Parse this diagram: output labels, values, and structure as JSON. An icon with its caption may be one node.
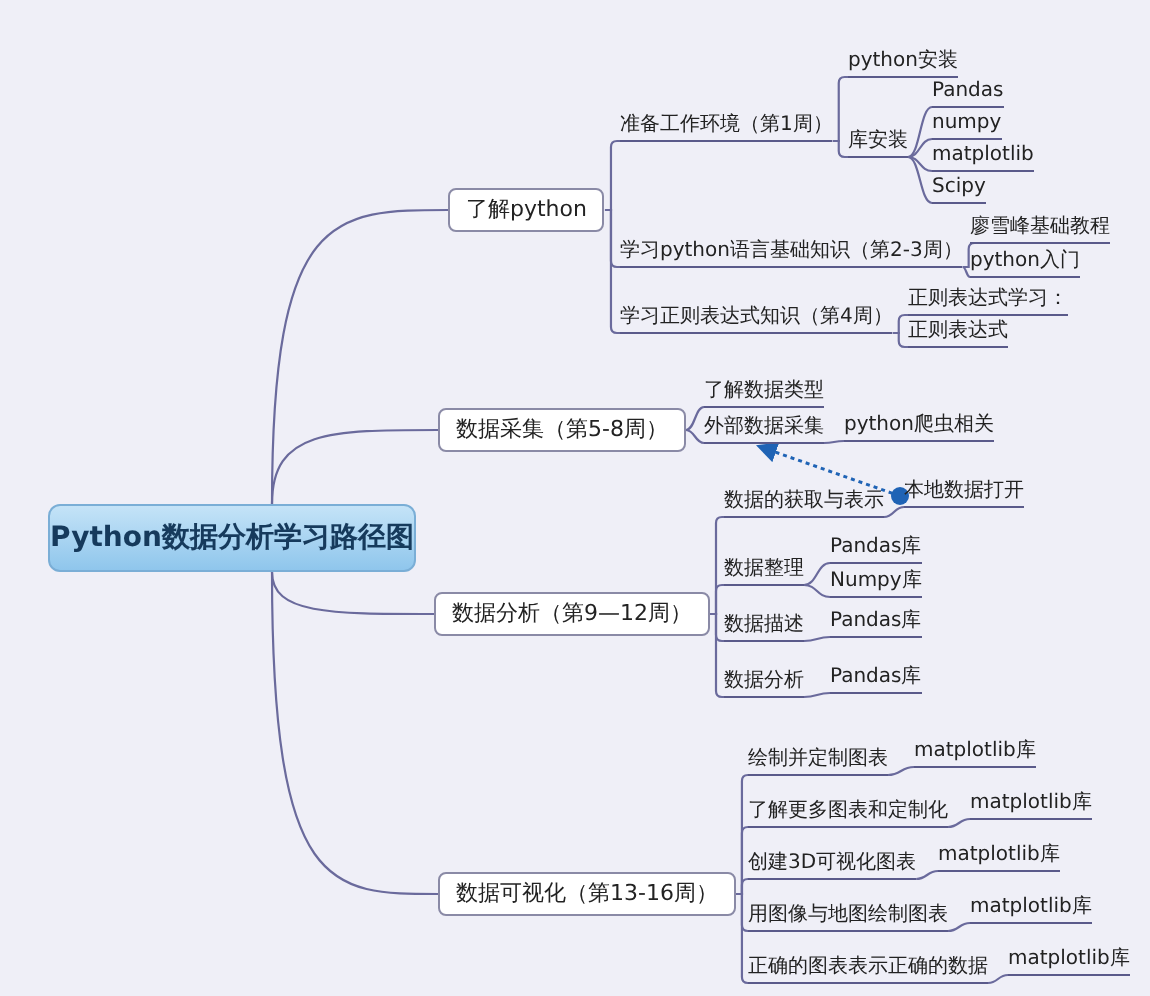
{
  "diagram": {
    "nodes": [
      {
        "text": [
          "Python数据分析学习路径图"
        ]
      },
      {
        "text": [
          "了解python"
        ]
      },
      {
        "text": [
          "准备工作环境（第1周）"
        ]
      },
      {
        "text": [
          "python安装"
        ]
      },
      {
        "text": [
          "库安装"
        ]
      },
      {
        "text": [
          "Pandas"
        ]
      },
      {
        "text": [
          "numpy"
        ]
      },
      {
        "text": [
          "matplotlib"
        ]
      },
      {
        "text": [
          "Scipy"
        ]
      },
      {
        "text": [
          "学习python语言基础知识（第2-3周）"
        ]
      },
      {
        "text": [
          "廖雪峰基础教程"
        ]
      },
      {
        "text": [
          "python入门"
        ]
      },
      {
        "text": [
          "学习正则表达式知识（第4周）"
        ]
      },
      {
        "text": [
          "正则表达式学习："
        ]
      },
      {
        "text": [
          "正则表达式"
        ]
      },
      {
        "text": [
          "数据采集（第5-8周）"
        ]
      },
      {
        "text": [
          "了解数据类型"
        ]
      },
      {
        "text": [
          "外部数据采集"
        ]
      },
      {
        "text": [
          "python爬虫相关"
        ]
      },
      {
        "text": [
          "数据分析（第9—12周）"
        ]
      },
      {
        "text": [
          "数据的获取与表示"
        ]
      },
      {
        "text": [
          "本地数据打开"
        ]
      },
      {
        "text": [
          "数据整理"
        ]
      },
      {
        "text": [
          "Pandas库"
        ]
      },
      {
        "text": [
          "Numpy库"
        ]
      },
      {
        "text": [
          "数据描述"
        ]
      },
      {
        "text": [
          "Pandas库"
        ]
      },
      {
        "text": [
          "数据分析"
        ]
      },
      {
        "text": [
          "Pandas库"
        ]
      },
      {
        "text": [
          "数据可视化（第13-16周）"
        ]
      },
      {
        "text": [
          "绘制并定制图表"
        ]
      },
      {
        "text": [
          "matplotlib库"
        ]
      },
      {
        "text": [
          "了解更多图表和定制化"
        ]
      },
      {
        "text": [
          "matplotlib库"
        ]
      },
      {
        "text": [
          "创建3D可视化图表"
        ]
      },
      {
        "text": [
          "matplotlib库"
        ]
      },
      {
        "text": [
          "用图像与地图绘制图表"
        ]
      },
      {
        "text": [
          "matplotlib库"
        ]
      },
      {
        "text": [
          "正确的图表表示正确的数据"
        ]
      },
      {
        "text": [
          "matplotlib库"
        ]
      }
    ],
    "edges": [
      {
        "from": 0,
        "to": 1,
        "arrow": "none"
      },
      {
        "from": 0,
        "to": 15,
        "arrow": "none"
      },
      {
        "from": 0,
        "to": 19,
        "arrow": "none"
      },
      {
        "from": 0,
        "to": 29,
        "arrow": "none"
      },
      {
        "from": 1,
        "to": 2,
        "arrow": "none"
      },
      {
        "from": 1,
        "to": 9,
        "arrow": "none"
      },
      {
        "from": 1,
        "to": 12,
        "arrow": "none"
      },
      {
        "from": 2,
        "to": 3,
        "arrow": "none"
      },
      {
        "from": 2,
        "to": 4,
        "arrow": "none"
      },
      {
        "from": 4,
        "to": 5,
        "arrow": "none"
      },
      {
        "from": 4,
        "to": 6,
        "arrow": "none"
      },
      {
        "from": 4,
        "to": 7,
        "arrow": "none"
      },
      {
        "from": 4,
        "to": 8,
        "arrow": "none"
      },
      {
        "from": 9,
        "to": 10,
        "arrow": "none"
      },
      {
        "from": 9,
        "to": 11,
        "arrow": "none"
      },
      {
        "from": 12,
        "to": 13,
        "arrow": "none"
      },
      {
        "from": 12,
        "to": 14,
        "arrow": "none"
      },
      {
        "from": 15,
        "to": 16,
        "arrow": "none"
      },
      {
        "from": 15,
        "to": 17,
        "arrow": "none"
      },
      {
        "from": 17,
        "to": 18,
        "arrow": "none"
      },
      {
        "from": 19,
        "to": 20,
        "arrow": "none"
      },
      {
        "from": 19,
        "to": 22,
        "arrow": "none"
      },
      {
        "from": 19,
        "to": 25,
        "arrow": "none"
      },
      {
        "from": 19,
        "to": 27,
        "arrow": "none"
      },
      {
        "from": 20,
        "to": 21,
        "arrow": "none"
      },
      {
        "from": 22,
        "to": 23,
        "arrow": "none"
      },
      {
        "from": 22,
        "to": 24,
        "arrow": "none"
      },
      {
        "from": 25,
        "to": 26,
        "arrow": "none"
      },
      {
        "from": 27,
        "to": 28,
        "arrow": "none"
      },
      {
        "from": 29,
        "to": 30,
        "arrow": "none"
      },
      {
        "from": 29,
        "to": 32,
        "arrow": "none"
      },
      {
        "from": 29,
        "to": 34,
        "arrow": "none"
      },
      {
        "from": 29,
        "to": 36,
        "arrow": "none"
      },
      {
        "from": 29,
        "to": 38,
        "arrow": "none"
      },
      {
        "from": 30,
        "to": 31,
        "arrow": "none"
      },
      {
        "from": 32,
        "to": 33,
        "arrow": "none"
      },
      {
        "from": 34,
        "to": 35,
        "arrow": "none"
      },
      {
        "from": 36,
        "to": 37,
        "arrow": "none"
      },
      {
        "from": 38,
        "to": 39,
        "arrow": "none"
      },
      {
        "from": 21,
        "to": 17,
        "arrow": "to",
        "style": "dashed",
        "color": "#1f63b5"
      }
    ]
  }
}
